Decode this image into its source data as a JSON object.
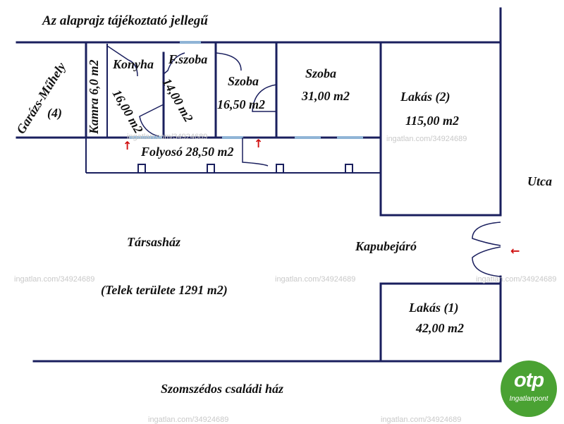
{
  "title": "Az alaprajz tájékoztató jellegű",
  "rooms": {
    "garage_name": "Garázs-Műhely",
    "garage_no": "(4)",
    "pantry": "Kamra 6,0 m2",
    "kitchen_name": "Konyha",
    "kitchen_area": "16,00 m2",
    "bathroom_name": "F.szoba",
    "bathroom_area": "14,00 m2",
    "room1_name": "Szoba",
    "room1_area": "16,50 m2",
    "room2_name": "Szoba",
    "room2_area": "31,00 m2",
    "corridor": "Folyosó 28,50 m2",
    "flat2_name": "Lakás (2)",
    "flat2_area": "115,00 m2",
    "flat1_name": "Lakás (1)",
    "flat1_area": "42,00 m2"
  },
  "areas": {
    "street": "Utca",
    "gateway": "Kapubejáró",
    "condo": "Társasház",
    "plot": "(Telek területe 1291 m2)",
    "neighbor": "Szomszédos családi ház"
  },
  "watermark": "ingatlan.com/34924689",
  "logo": {
    "main": "otp",
    "sub": "Ingatlanpont",
    "color": "#4aa233"
  },
  "colors": {
    "wall": "#1a1f5e",
    "window": "#8fb4d6",
    "arrow": "#d01010",
    "logo_green": "#4aa233"
  },
  "icons": {
    "entry": "red-arrow-icon",
    "logo": "otp-logo-icon"
  }
}
